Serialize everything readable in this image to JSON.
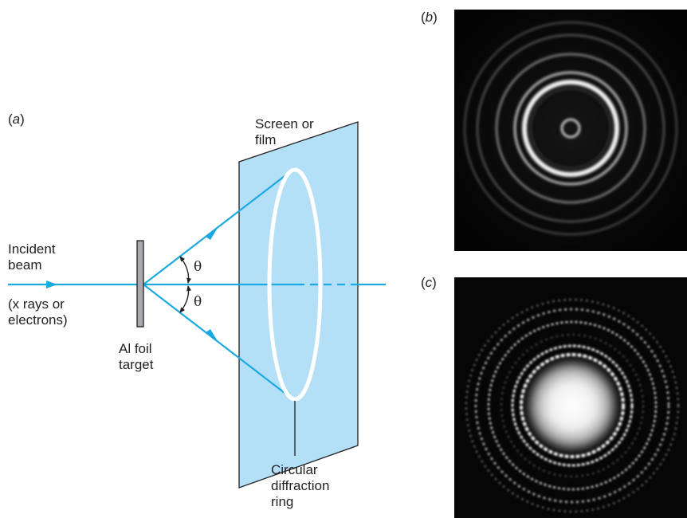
{
  "colors": {
    "beam": "#1ba9e1",
    "screen_fill": "#b3e0f7",
    "outline": "#231f20",
    "ring": "#ffffff",
    "photo_bg": "#050505"
  },
  "panel_labels": {
    "a": {
      "open": "(",
      "letter": "a",
      "close": ")"
    },
    "b": {
      "open": "(",
      "letter": "b",
      "close": ")"
    },
    "c": {
      "open": "(",
      "letter": "c",
      "close": ")"
    }
  },
  "labels": {
    "screen": "Screen or\nfilm",
    "incident": "Incident\nbeam",
    "xrays": "(x rays or\nelectrons)",
    "foil": "Al foil\ntarget",
    "theta_upper": "θ",
    "theta_lower": "θ",
    "ring": "Circular\ndiffraction\nring"
  },
  "icons": {
    "arrowhead": "arrowhead-icon",
    "angle_arc": "double-headed-arc-arrow-icon"
  }
}
